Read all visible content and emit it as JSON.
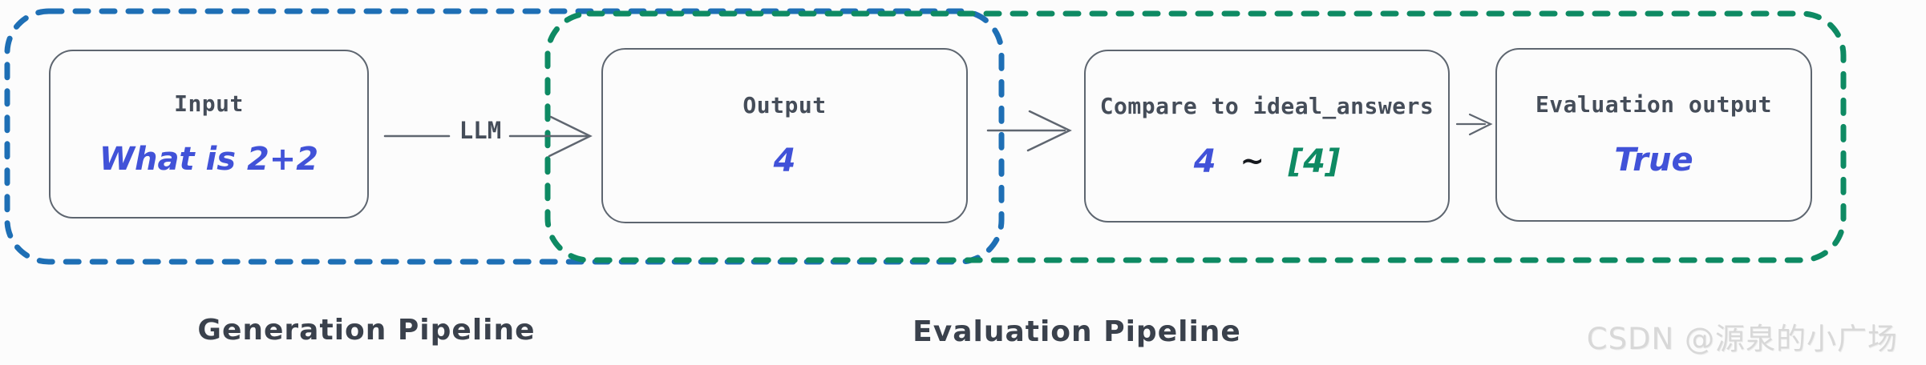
{
  "diagram": {
    "pipelines": {
      "generation": {
        "label": "Generation Pipeline",
        "color": "#1e6fb5"
      },
      "evaluation": {
        "label": "Evaluation Pipeline",
        "color": "#0e8a63"
      }
    },
    "boxes": {
      "input": {
        "title": "Input",
        "value": "What is 2+2"
      },
      "output": {
        "title": "Output",
        "value": "4"
      },
      "compare": {
        "title": "Compare to ideal_answers",
        "value_left": "4",
        "value_op": "~",
        "value_right": "[4]"
      },
      "evaluation": {
        "title": "Evaluation output",
        "value": "True"
      }
    },
    "arrow_labels": {
      "llm": "LLM"
    },
    "watermark": "CSDN @源泉的小广场"
  },
  "colors": {
    "generation_dash": "#1e6fb5",
    "evaluation_dash": "#0e8a63",
    "box_border": "#5e6670",
    "arrow_stroke": "#5f6670",
    "title_text": "#454d59",
    "handwritten_blue": "#4152d8",
    "handwritten_green": "#0e8a63",
    "tilde_black": "#15181d",
    "pipeline_label_text": "#3a414c",
    "watermark_gray": "#d8d8d8",
    "background": "#fcfcfc"
  }
}
